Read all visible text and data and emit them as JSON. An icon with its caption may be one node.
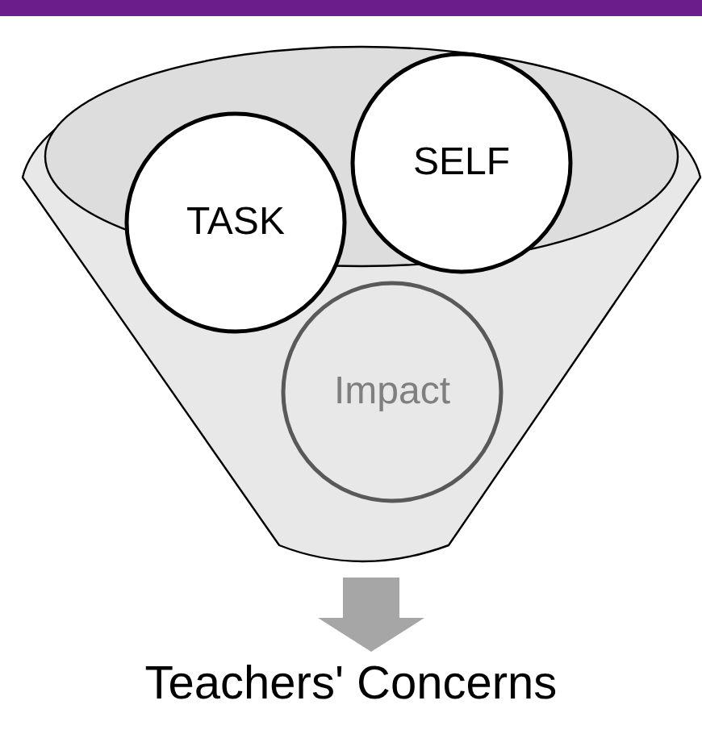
{
  "diagram": {
    "nodes": [
      {
        "text": [],
        "shape": "funnel"
      },
      {
        "text": [
          "TASK"
        ],
        "in": 0
      },
      {
        "text": [
          "SELF"
        ],
        "in": 0
      },
      {
        "text": [
          "Impact"
        ],
        "in": 0
      },
      {
        "text": [
          "Teachers' Concerns"
        ]
      }
    ],
    "edges": [
      {
        "from": 0,
        "to": 4,
        "arrow": "to"
      }
    ]
  }
}
